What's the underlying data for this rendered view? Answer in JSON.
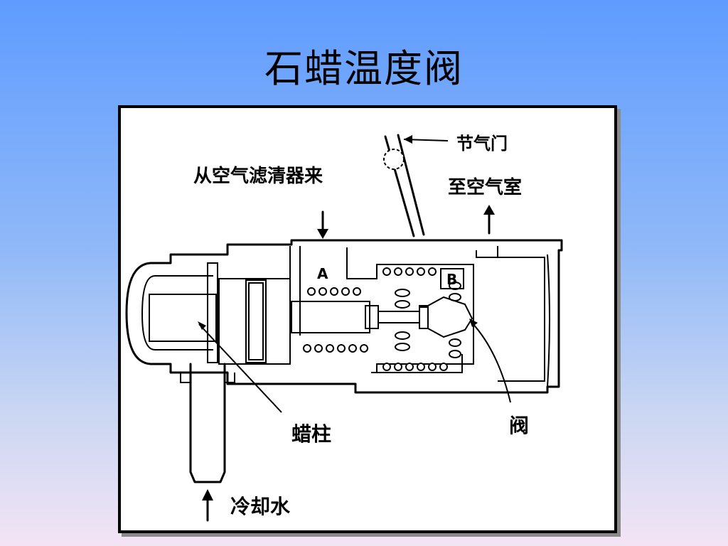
{
  "title": "石蜡温度阀",
  "labels": {
    "throttle": "节气门",
    "from_air_filter": "从空气滤清器来",
    "to_air_chamber": "至空气室",
    "chamber_a": "A",
    "chamber_b": "B",
    "wax_column": "蜡柱",
    "valve": "阀",
    "coolant": "冷却水"
  }
}
